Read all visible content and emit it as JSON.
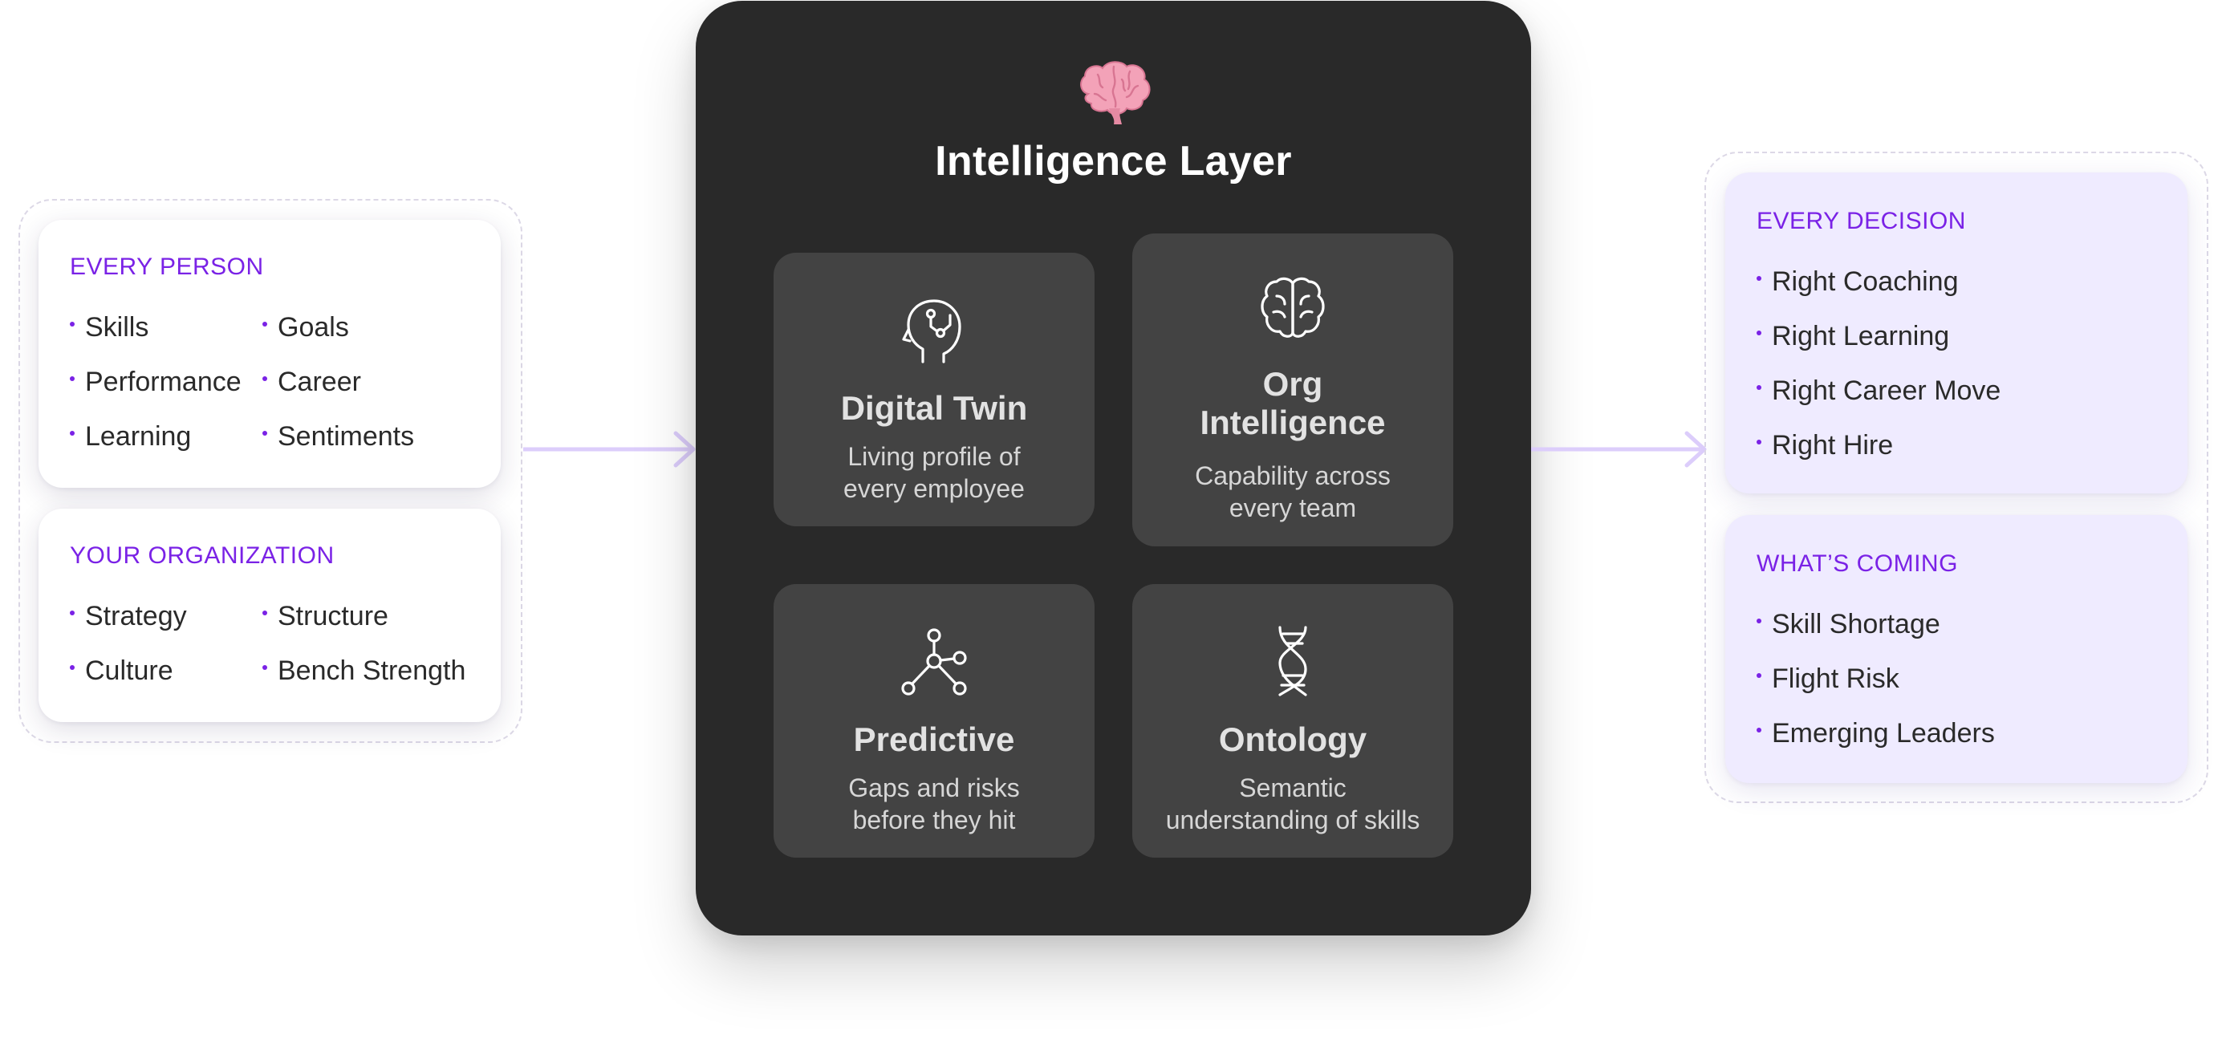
{
  "inputs": {
    "every_person": {
      "title": "EVERY PERSON",
      "items": [
        "Skills",
        "Goals",
        "Performance",
        "Career",
        "Learning",
        "Sentiments"
      ]
    },
    "your_organization": {
      "title": "YOUR ORGANIZATION",
      "items": [
        "Strategy",
        "Structure",
        "Culture",
        "Bench Strength"
      ]
    }
  },
  "core": {
    "title": "Intelligence Layer",
    "emoji_icon": "brain-emoji",
    "tiles": [
      {
        "icon": "head-circuit-icon",
        "name": "Digital Twin",
        "desc_line1": "Living profile of",
        "desc_line2": "every employee"
      },
      {
        "icon": "brain-outline-icon",
        "name_line1": "Org",
        "name_line2": "Intelligence",
        "desc_line1": "Capability across",
        "desc_line2": "every team"
      },
      {
        "icon": "network-nodes-icon",
        "name": "Predictive",
        "desc_line1": "Gaps and risks",
        "desc_line2": "before they hit"
      },
      {
        "icon": "dna-icon",
        "name": "Ontology",
        "desc_line1": "Semantic",
        "desc_line2": "understanding of skills"
      }
    ]
  },
  "outputs": {
    "every_decision": {
      "title": "EVERY DECISION",
      "items": [
        "Right Coaching",
        "Right Learning",
        "Right Career Move",
        "Right Hire"
      ]
    },
    "whats_coming": {
      "title": "WHAT’S COMING",
      "items": [
        "Skill Shortage",
        "Flight Risk",
        "Emerging Leaders"
      ]
    }
  },
  "colors": {
    "accent": "#7a22e6",
    "panel": "#292929",
    "tile": "#434343",
    "output_card": "#efebff",
    "arrow": "#dccdfb"
  }
}
